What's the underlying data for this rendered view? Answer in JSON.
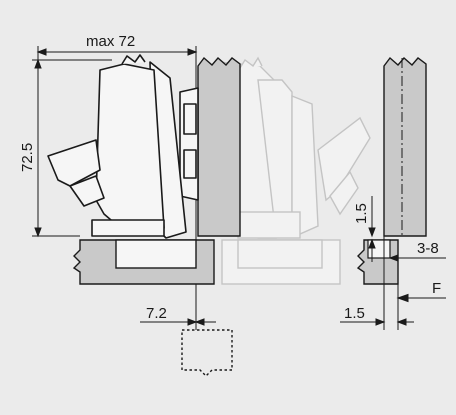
{
  "diagram": {
    "dimensions": {
      "max_width": "max 72",
      "height": "72.5",
      "overlay_offset": "7.2",
      "gap_vertical": "1.5",
      "gap_horizontal": "1.5",
      "drill_depth_range": "3-8",
      "force_label": "F"
    }
  }
}
